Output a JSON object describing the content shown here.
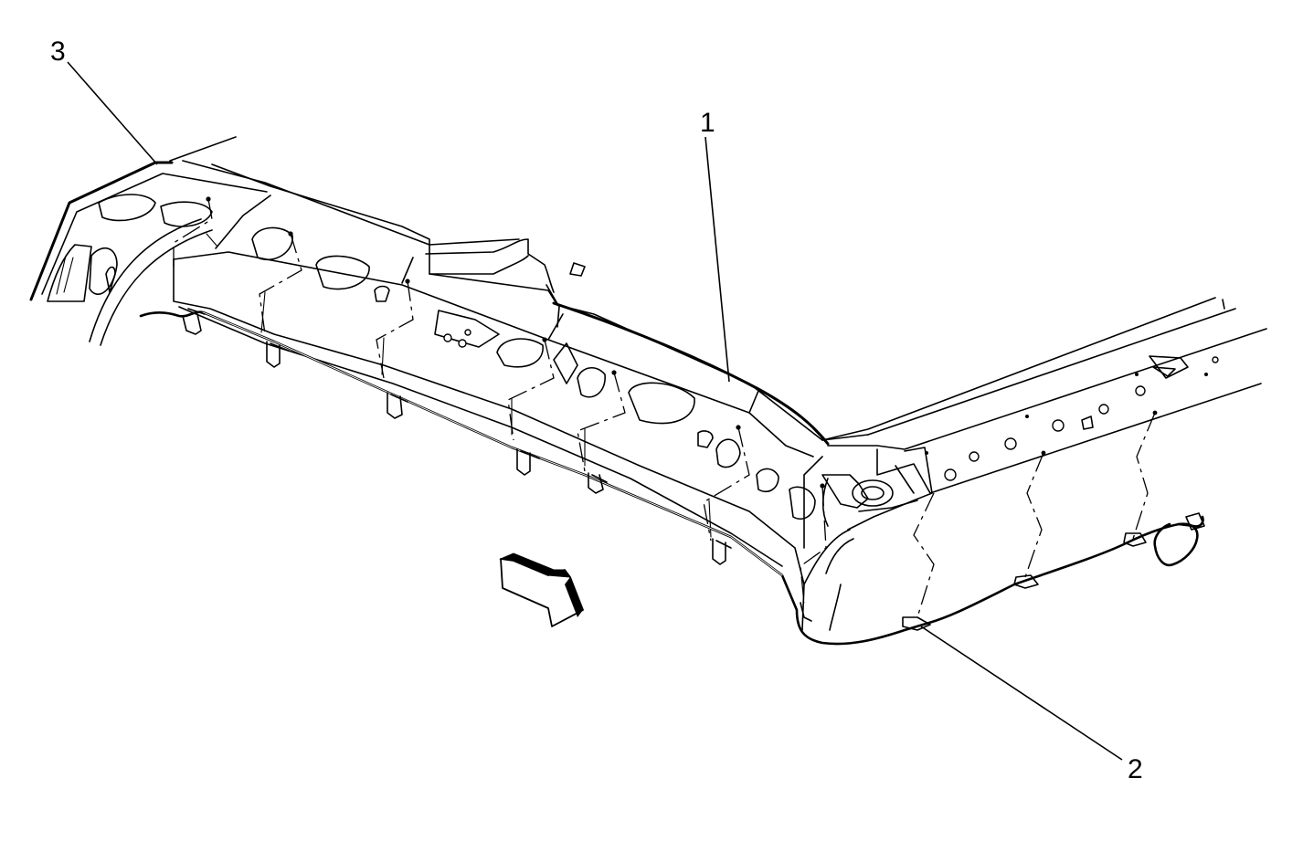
{
  "callouts": [
    {
      "id": "1",
      "label": "1"
    },
    {
      "id": "2",
      "label": "2"
    },
    {
      "id": "3",
      "label": "3"
    }
  ],
  "icons": {
    "direction_arrow": "forward-arrow-icon"
  },
  "colors": {
    "stroke": "#000000",
    "background": "#ffffff"
  }
}
